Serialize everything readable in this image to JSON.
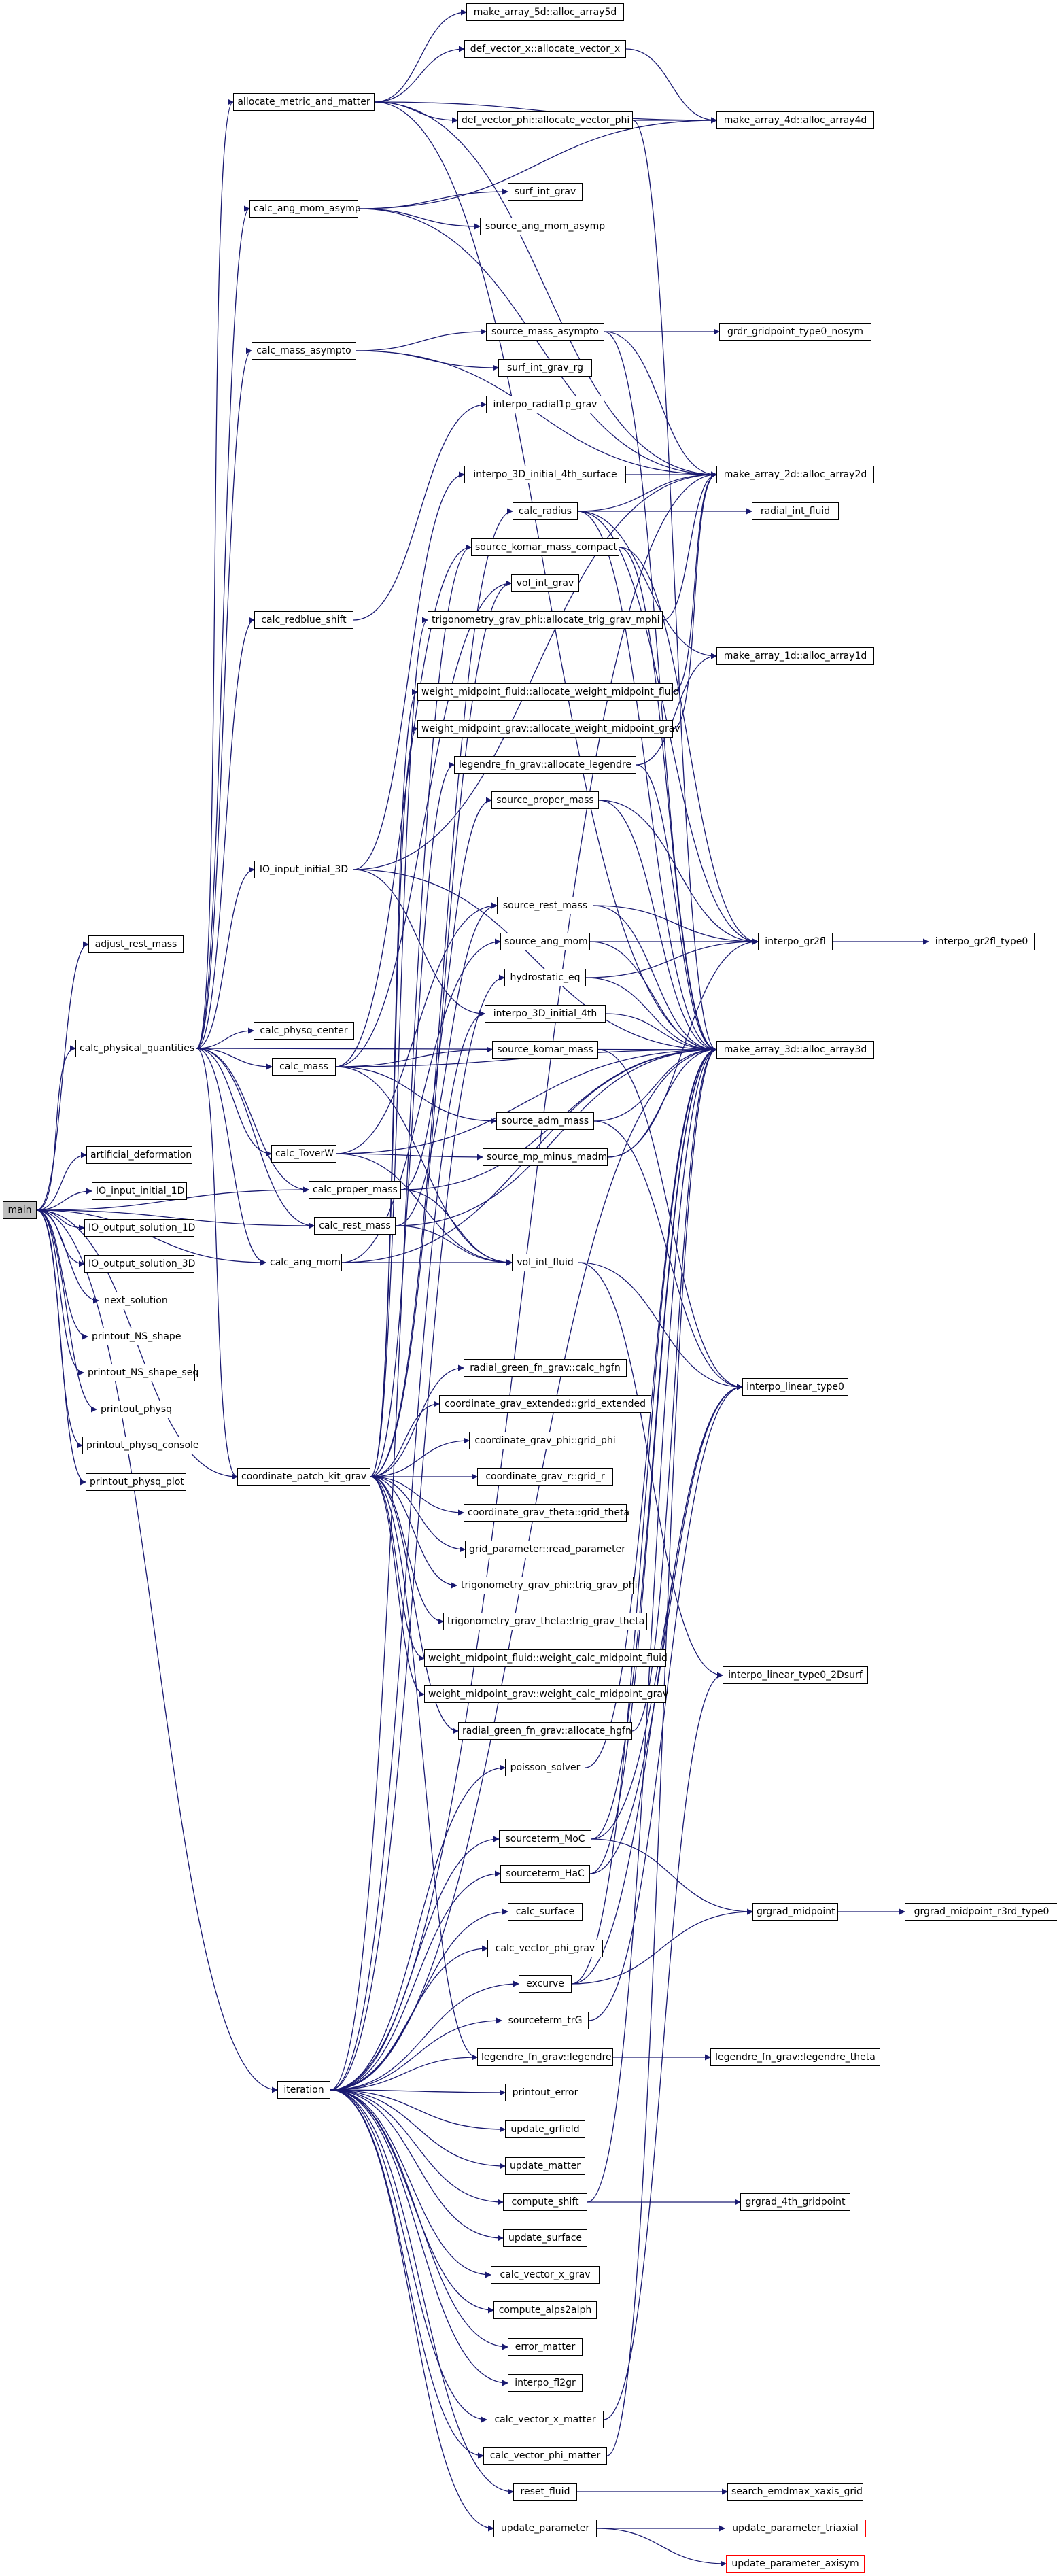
{
  "nodes": {
    "main": "main",
    "adjust_rest_mass": "adjust_rest_mass",
    "calc_physical_quantities": "calc_physical_quantities",
    "artificial_deformation": "artificial_deformation",
    "IO_input_initial_1D": "IO_input_initial_1D",
    "IO_output_solution_1D": "IO_output_solution_1D",
    "IO_output_solution_3D": "IO_output_solution_3D",
    "next_solution": "next_solution",
    "printout_NS_shape": "printout_NS_shape",
    "printout_NS_shape_seq": "printout_NS_shape_seq",
    "printout_physq": "printout_physq",
    "printout_physq_console": "printout_physq_console",
    "printout_physq_plot": "printout_physq_plot",
    "coordinate_patch_kit_grav": "coordinate_patch_kit_grav",
    "iteration": "iteration",
    "allocate_metric_and_matter": "allocate_metric_and_matter",
    "calc_ang_mom_asymp": "calc_ang_mom_asymp",
    "calc_mass_asympto": "calc_mass_asympto",
    "calc_redblue_shift": "calc_redblue_shift",
    "IO_input_initial_3D": "IO_input_initial_3D",
    "calc_physq_center": "calc_physq_center",
    "calc_mass": "calc_mass",
    "calc_ToverW": "calc_ToverW",
    "calc_proper_mass": "calc_proper_mass",
    "calc_rest_mass": "calc_rest_mass",
    "calc_ang_mom": "calc_ang_mom",
    "make_array_5d": "make_array_5d::alloc_array5d",
    "def_vector_x": "def_vector_x::allocate_vector_x",
    "def_vector_phi": "def_vector_phi::allocate_vector_phi",
    "make_array_4d": "make_array_4d::alloc_array4d",
    "surf_int_grav": "surf_int_grav",
    "source_ang_mom_asymp": "source_ang_mom_asymp",
    "source_mass_asympto": "source_mass_asympto",
    "grdr_gridpoint_type0_nosym": "grdr_gridpoint_type0_nosym",
    "surf_int_grav_rg": "surf_int_grav_rg",
    "interpo_radial1p_grav": "interpo_radial1p_grav",
    "interpo_3D_initial_4th_surface": "interpo_3D_initial_4th_surface",
    "make_array_2d": "make_array_2d::alloc_array2d",
    "calc_radius": "calc_radius",
    "radial_int_fluid": "radial_int_fluid",
    "source_komar_mass_compact": "source_komar_mass_compact",
    "vol_int_grav": "vol_int_grav",
    "trigonometry_grav_phi_alloc": "trigonometry_grav_phi::allocate_trig_grav_mphi",
    "make_array_1d": "make_array_1d::alloc_array1d",
    "weight_midpoint_fluid_alloc": "weight_midpoint_fluid::allocate_weight_midpoint_fluid",
    "weight_midpoint_grav_alloc": "weight_midpoint_grav::allocate_weight_midpoint_grav",
    "legendre_fn_grav_alloc": "legendre_fn_grav::allocate_legendre",
    "source_proper_mass": "source_proper_mass",
    "source_rest_mass": "source_rest_mass",
    "source_ang_mom": "source_ang_mom",
    "interpo_gr2fl": "interpo_gr2fl",
    "interpo_gr2fl_type0": "interpo_gr2fl_type0",
    "hydrostatic_eq": "hydrostatic_eq",
    "interpo_3D_initial_4th": "interpo_3D_initial_4th",
    "source_komar_mass": "source_komar_mass",
    "make_array_3d": "make_array_3d::alloc_array3d",
    "source_adm_mass": "source_adm_mass",
    "source_mp_minus_madm": "source_mp_minus_madm",
    "vol_int_fluid": "vol_int_fluid",
    "interpo_linear_type0": "interpo_linear_type0",
    "radial_green_fn_grav_calc": "radial_green_fn_grav::calc_hgfn",
    "coordinate_grav_extended": "coordinate_grav_extended::grid_extended",
    "coordinate_grav_phi": "coordinate_grav_phi::grid_phi",
    "coordinate_grav_r": "coordinate_grav_r::grid_r",
    "coordinate_grav_theta": "coordinate_grav_theta::grid_theta",
    "grid_parameter": "grid_parameter::read_parameter",
    "trigonometry_grav_phi_trig": "trigonometry_grav_phi::trig_grav_phi",
    "trigonometry_grav_theta": "trigonometry_grav_theta::trig_grav_theta",
    "weight_midpoint_fluid_calc": "weight_midpoint_fluid::weight_calc_midpoint_fluid",
    "weight_midpoint_grav_calc": "weight_midpoint_grav::weight_calc_midpoint_grav",
    "radial_green_fn_grav_alloc": "radial_green_fn_grav::allocate_hgfn",
    "interpo_linear_type0_2Dsurf": "interpo_linear_type0_2Dsurf",
    "poisson_solver": "poisson_solver",
    "sourceterm_MoC": "sourceterm_MoC",
    "sourceterm_HaC": "sourceterm_HaC",
    "grgrad_midpoint": "grgrad_midpoint",
    "grgrad_midpoint_r3rd_type0": "grgrad_midpoint_r3rd_type0",
    "calc_surface": "calc_surface",
    "calc_vector_phi_grav": "calc_vector_phi_grav",
    "excurve": "excurve",
    "sourceterm_trG": "sourceterm_trG",
    "legendre_fn_grav_legendre": "legendre_fn_grav::legendre",
    "legendre_fn_grav_theta": "legendre_fn_grav::legendre_theta",
    "printout_error": "printout_error",
    "update_grfield": "update_grfield",
    "update_matter": "update_matter",
    "compute_shift": "compute_shift",
    "grgrad_4th_gridpoint": "grgrad_4th_gridpoint",
    "update_surface": "update_surface",
    "calc_vector_x_grav": "calc_vector_x_grav",
    "compute_alps2alph": "compute_alps2alph",
    "error_matter": "error_matter",
    "interpo_fl2gr": "interpo_fl2gr",
    "calc_vector_x_matter": "calc_vector_x_matter",
    "calc_vector_phi_matter": "calc_vector_phi_matter",
    "reset_fluid": "reset_fluid",
    "search_emdmax_xaxis_grid": "search_emdmax_xaxis_grid",
    "update_parameter": "update_parameter",
    "update_parameter_triaxial": "update_parameter_triaxial",
    "update_parameter_axisym": "update_parameter_axisym"
  },
  "edges": [
    [
      "main",
      "adjust_rest_mass"
    ],
    [
      "main",
      "calc_physical_quantities"
    ],
    [
      "main",
      "artificial_deformation"
    ],
    [
      "main",
      "IO_input_initial_1D"
    ],
    [
      "main",
      "IO_output_solution_1D"
    ],
    [
      "main",
      "IO_output_solution_3D"
    ],
    [
      "main",
      "next_solution"
    ],
    [
      "main",
      "printout_NS_shape"
    ],
    [
      "main",
      "printout_NS_shape_seq"
    ],
    [
      "main",
      "printout_physq"
    ],
    [
      "main",
      "printout_physq_console"
    ],
    [
      "main",
      "printout_physq_plot"
    ],
    [
      "main",
      "coordinate_patch_kit_grav"
    ],
    [
      "main",
      "iteration"
    ],
    [
      "main",
      "calc_proper_mass"
    ],
    [
      "main",
      "calc_rest_mass"
    ],
    [
      "main",
      "calc_ang_mom"
    ],
    [
      "calc_physical_quantities",
      "allocate_metric_and_matter"
    ],
    [
      "calc_physical_quantities",
      "calc_ang_mom_asymp"
    ],
    [
      "calc_physical_quantities",
      "calc_mass_asympto"
    ],
    [
      "calc_physical_quantities",
      "calc_redblue_shift"
    ],
    [
      "calc_physical_quantities",
      "IO_input_initial_3D"
    ],
    [
      "calc_physical_quantities",
      "calc_physq_center"
    ],
    [
      "calc_physical_quantities",
      "calc_mass"
    ],
    [
      "calc_physical_quantities",
      "calc_ToverW"
    ],
    [
      "calc_physical_quantities",
      "calc_proper_mass"
    ],
    [
      "calc_physical_quantities",
      "calc_rest_mass"
    ],
    [
      "calc_physical_quantities",
      "calc_ang_mom"
    ],
    [
      "calc_physical_quantities",
      "make_array_3d"
    ],
    [
      "calc_physical_quantities",
      "coordinate_patch_kit_grav"
    ],
    [
      "allocate_metric_and_matter",
      "make_array_5d"
    ],
    [
      "allocate_metric_and_matter",
      "def_vector_x"
    ],
    [
      "allocate_metric_and_matter",
      "def_vector_phi"
    ],
    [
      "allocate_metric_and_matter",
      "make_array_4d"
    ],
    [
      "allocate_metric_and_matter",
      "make_array_2d"
    ],
    [
      "allocate_metric_and_matter",
      "make_array_3d"
    ],
    [
      "def_vector_x",
      "make_array_4d"
    ],
    [
      "def_vector_phi",
      "make_array_4d"
    ],
    [
      "def_vector_phi",
      "make_array_3d"
    ],
    [
      "calc_ang_mom_asymp",
      "surf_int_grav"
    ],
    [
      "calc_ang_mom_asymp",
      "source_ang_mom_asymp"
    ],
    [
      "calc_ang_mom_asymp",
      "make_array_4d"
    ],
    [
      "calc_ang_mom_asymp",
      "make_array_2d"
    ],
    [
      "calc_mass_asympto",
      "source_mass_asympto"
    ],
    [
      "calc_mass_asympto",
      "surf_int_grav_rg"
    ],
    [
      "calc_mass_asympto",
      "make_array_2d"
    ],
    [
      "source_mass_asympto",
      "grdr_gridpoint_type0_nosym"
    ],
    [
      "source_mass_asympto",
      "make_array_2d"
    ],
    [
      "source_mass_asympto",
      "make_array_3d"
    ],
    [
      "calc_redblue_shift",
      "interpo_radial1p_grav"
    ],
    [
      "IO_input_initial_3D",
      "interpo_3D_initial_4th_surface"
    ],
    [
      "IO_input_initial_3D",
      "interpo_3D_initial_4th"
    ],
    [
      "IO_input_initial_3D",
      "make_array_3d"
    ],
    [
      "IO_input_initial_3D",
      "make_array_2d"
    ],
    [
      "interpo_3D_initial_4th_surface",
      "make_array_2d"
    ],
    [
      "calc_radius",
      "radial_int_fluid"
    ],
    [
      "calc_radius",
      "make_array_1d"
    ],
    [
      "calc_radius",
      "make_array_2d"
    ],
    [
      "calc_radius",
      "make_array_3d"
    ],
    [
      "calc_radius",
      "interpo_gr2fl"
    ],
    [
      "calc_mass",
      "source_komar_mass_compact"
    ],
    [
      "calc_mass",
      "vol_int_grav"
    ],
    [
      "calc_mass",
      "source_komar_mass"
    ],
    [
      "calc_mass",
      "source_adm_mass"
    ],
    [
      "calc_mass",
      "make_array_3d"
    ],
    [
      "calc_mass",
      "vol_int_fluid"
    ],
    [
      "source_komar_mass_compact",
      "make_array_3d"
    ],
    [
      "source_komar_mass_compact",
      "interpo_gr2fl"
    ],
    [
      "calc_ToverW",
      "source_rest_mass"
    ],
    [
      "calc_ToverW",
      "source_mp_minus_madm"
    ],
    [
      "calc_ToverW",
      "vol_int_fluid"
    ],
    [
      "calc_ToverW",
      "make_array_3d"
    ],
    [
      "calc_proper_mass",
      "source_proper_mass"
    ],
    [
      "calc_proper_mass",
      "vol_int_fluid"
    ],
    [
      "calc_proper_mass",
      "make_array_3d"
    ],
    [
      "calc_rest_mass",
      "source_rest_mass"
    ],
    [
      "calc_rest_mass",
      "vol_int_fluid"
    ],
    [
      "calc_rest_mass",
      "make_array_3d"
    ],
    [
      "calc_ang_mom",
      "source_ang_mom"
    ],
    [
      "calc_ang_mom",
      "vol_int_fluid"
    ],
    [
      "calc_ang_mom",
      "make_array_3d"
    ],
    [
      "source_proper_mass",
      "interpo_gr2fl"
    ],
    [
      "source_proper_mass",
      "make_array_3d"
    ],
    [
      "source_rest_mass",
      "interpo_gr2fl"
    ],
    [
      "source_rest_mass",
      "make_array_3d"
    ],
    [
      "source_ang_mom",
      "interpo_gr2fl"
    ],
    [
      "source_ang_mom",
      "make_array_3d"
    ],
    [
      "hydrostatic_eq",
      "interpo_gr2fl"
    ],
    [
      "hydrostatic_eq",
      "make_array_3d"
    ],
    [
      "interpo_gr2fl",
      "interpo_gr2fl_type0"
    ],
    [
      "interpo_3D_initial_4th",
      "make_array_3d"
    ],
    [
      "source_komar_mass",
      "interpo_linear_type0"
    ],
    [
      "source_komar_mass",
      "make_array_3d"
    ],
    [
      "source_adm_mass",
      "make_array_3d"
    ],
    [
      "source_adm_mass",
      "interpo_linear_type0"
    ],
    [
      "source_mp_minus_madm",
      "make_array_3d"
    ],
    [
      "source_mp_minus_madm",
      "interpo_gr2fl"
    ],
    [
      "vol_int_fluid",
      "interpo_linear_type0"
    ],
    [
      "vol_int_fluid",
      "interpo_linear_type0_2Dsurf"
    ],
    [
      "coordinate_patch_kit_grav",
      "radial_green_fn_grav_calc"
    ],
    [
      "coordinate_patch_kit_grav",
      "coordinate_grav_extended"
    ],
    [
      "coordinate_patch_kit_grav",
      "coordinate_grav_phi"
    ],
    [
      "coordinate_patch_kit_grav",
      "coordinate_grav_r"
    ],
    [
      "coordinate_patch_kit_grav",
      "coordinate_grav_theta"
    ],
    [
      "coordinate_patch_kit_grav",
      "grid_parameter"
    ],
    [
      "coordinate_patch_kit_grav",
      "trigonometry_grav_phi_trig"
    ],
    [
      "coordinate_patch_kit_grav",
      "trigonometry_grav_theta"
    ],
    [
      "coordinate_patch_kit_grav",
      "weight_midpoint_fluid_calc"
    ],
    [
      "coordinate_patch_kit_grav",
      "weight_midpoint_grav_calc"
    ],
    [
      "coordinate_patch_kit_grav",
      "radial_green_fn_grav_alloc"
    ],
    [
      "coordinate_patch_kit_grav",
      "legendre_fn_grav_legendre"
    ],
    [
      "coordinate_patch_kit_grav",
      "trigonometry_grav_phi_alloc"
    ],
    [
      "coordinate_patch_kit_grav",
      "weight_midpoint_fluid_alloc"
    ],
    [
      "coordinate_patch_kit_grav",
      "weight_midpoint_grav_alloc"
    ],
    [
      "coordinate_patch_kit_grav",
      "legendre_fn_grav_alloc"
    ],
    [
      "coordinate_patch_kit_grav",
      "vol_int_grav"
    ],
    [
      "coordinate_patch_kit_grav",
      "calc_radius"
    ],
    [
      "trigonometry_grav_phi_alloc",
      "make_array_2d"
    ],
    [
      "legendre_fn_grav_alloc",
      "make_array_1d"
    ],
    [
      "legendre_fn_grav_alloc",
      "make_array_3d"
    ],
    [
      "radial_green_fn_grav_alloc",
      "make_array_3d"
    ],
    [
      "weight_midpoint_fluid_alloc",
      "make_array_2d"
    ],
    [
      "weight_midpoint_grav_alloc",
      "make_array_2d"
    ],
    [
      "legendre_fn_grav_legendre",
      "legendre_fn_grav_theta"
    ],
    [
      "iteration",
      "poisson_solver"
    ],
    [
      "iteration",
      "sourceterm_MoC"
    ],
    [
      "iteration",
      "sourceterm_HaC"
    ],
    [
      "iteration",
      "calc_surface"
    ],
    [
      "iteration",
      "calc_vector_phi_grav"
    ],
    [
      "iteration",
      "excurve"
    ],
    [
      "iteration",
      "sourceterm_trG"
    ],
    [
      "iteration",
      "legendre_fn_grav_legendre"
    ],
    [
      "iteration",
      "printout_error"
    ],
    [
      "iteration",
      "update_grfield"
    ],
    [
      "iteration",
      "update_matter"
    ],
    [
      "iteration",
      "compute_shift"
    ],
    [
      "iteration",
      "update_surface"
    ],
    [
      "iteration",
      "calc_vector_x_grav"
    ],
    [
      "iteration",
      "compute_alps2alph"
    ],
    [
      "iteration",
      "error_matter"
    ],
    [
      "iteration",
      "interpo_fl2gr"
    ],
    [
      "iteration",
      "calc_vector_x_matter"
    ],
    [
      "iteration",
      "calc_vector_phi_matter"
    ],
    [
      "iteration",
      "reset_fluid"
    ],
    [
      "iteration",
      "update_parameter"
    ],
    [
      "iteration",
      "hydrostatic_eq"
    ],
    [
      "iteration",
      "source_komar_mass_compact"
    ],
    [
      "iteration",
      "interpo_3D_initial_4th"
    ],
    [
      "iteration",
      "make_array_3d"
    ],
    [
      "iteration",
      "make_array_2d"
    ],
    [
      "poisson_solver",
      "make_array_3d"
    ],
    [
      "sourceterm_MoC",
      "grgrad_midpoint"
    ],
    [
      "sourceterm_MoC",
      "interpo_linear_type0"
    ],
    [
      "sourceterm_MoC",
      "make_array_3d"
    ],
    [
      "sourceterm_HaC",
      "interpo_linear_type0"
    ],
    [
      "sourceterm_HaC",
      "make_array_3d"
    ],
    [
      "excurve",
      "grgrad_midpoint"
    ],
    [
      "excurve",
      "interpo_linear_type0"
    ],
    [
      "excurve",
      "make_array_3d"
    ],
    [
      "sourceterm_trG",
      "interpo_linear_type0"
    ],
    [
      "grgrad_midpoint",
      "grgrad_midpoint_r3rd_type0"
    ],
    [
      "compute_shift",
      "grgrad_4th_gridpoint"
    ],
    [
      "compute_shift",
      "make_array_3d"
    ],
    [
      "calc_vector_x_matter",
      "interpo_linear_type0_2Dsurf"
    ],
    [
      "calc_vector_phi_matter",
      "make_array_3d"
    ],
    [
      "reset_fluid",
      "search_emdmax_xaxis_grid"
    ],
    [
      "update_parameter",
      "update_parameter_triaxial"
    ],
    [
      "update_parameter",
      "update_parameter_axisym"
    ]
  ]
}
